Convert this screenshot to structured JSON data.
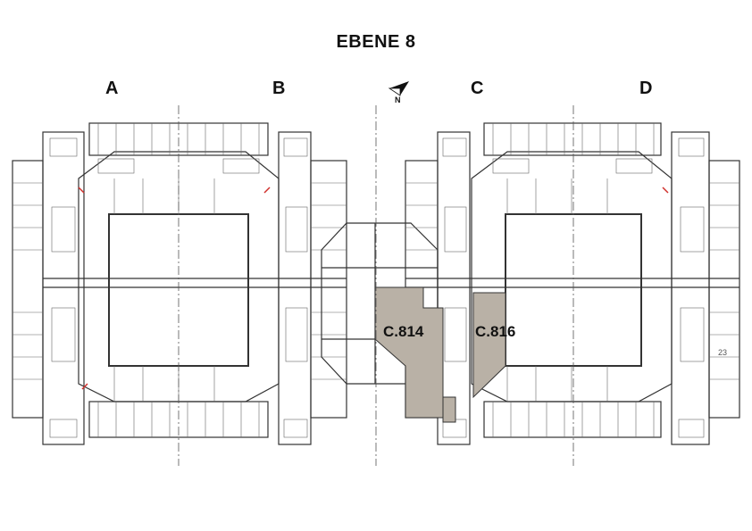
{
  "title": "EBENE 8",
  "wings": [
    "A",
    "B",
    "C",
    "D"
  ],
  "north_letter": "N",
  "rooms": [
    {
      "label": "C.814",
      "highlight": "#b9b1a6"
    },
    {
      "label": "C.816",
      "highlight": "#b9b1a6"
    }
  ],
  "room_number_small": "23",
  "colors": {
    "wall": "#333333",
    "thin": "#666666",
    "highlight": "#b9b1a6",
    "accent": "#d0312d"
  },
  "icons": [
    "north-arrow-icon"
  ]
}
